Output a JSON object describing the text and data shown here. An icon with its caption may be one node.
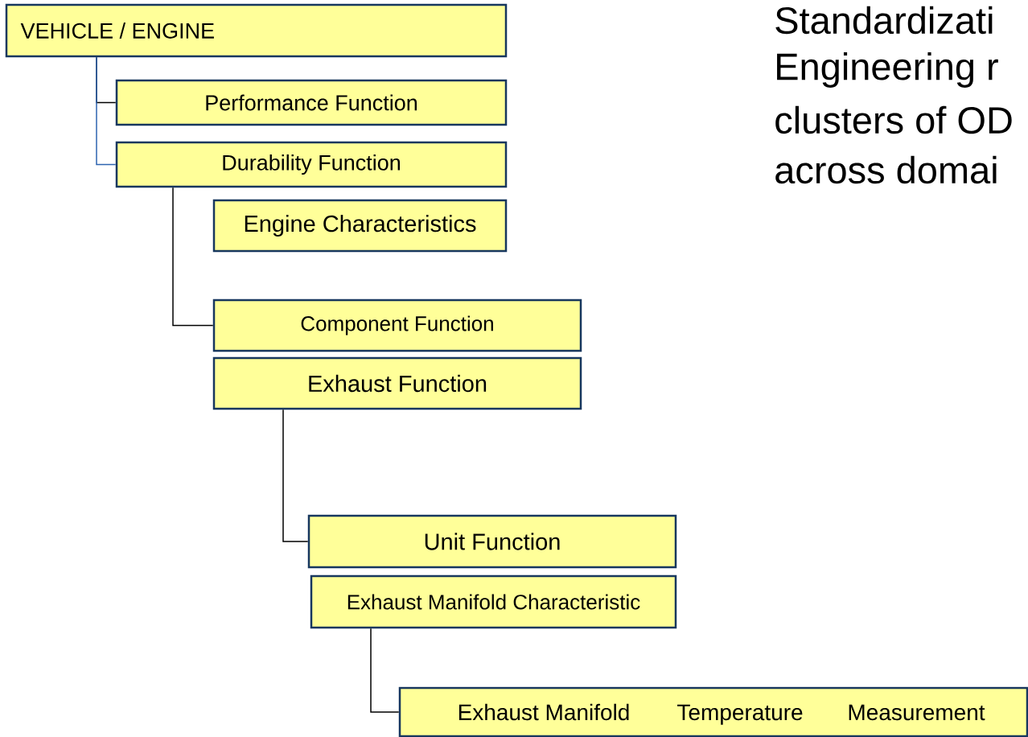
{
  "diagram": {
    "nodes": [
      {
        "text": [
          "VEHICLE / ENGINE"
        ]
      },
      {
        "text": [
          "Performance Function"
        ]
      },
      {
        "text": [
          "Durability Function"
        ]
      },
      {
        "text": [
          "Engine Characteristics"
        ]
      },
      {
        "text": [
          "Component Function"
        ]
      },
      {
        "text": [
          "Exhaust Function"
        ]
      },
      {
        "text": [
          "Unit Function"
        ]
      },
      {
        "text": [
          "Exhaust Manifold Characteristic"
        ]
      },
      {
        "text": [
          "Exhaust Manifold",
          "Temperature",
          "Measurement"
        ]
      }
    ],
    "edges": [
      {
        "from": 0,
        "to": 1,
        "arrow": "none"
      },
      {
        "from": 0,
        "to": 2,
        "arrow": "none",
        "color": "#2e64b0"
      },
      {
        "from": 2,
        "to": 4,
        "arrow": "none"
      },
      {
        "from": 5,
        "to": 6,
        "arrow": "none"
      },
      {
        "from": 7,
        "to": 8,
        "arrow": "none"
      }
    ],
    "labels": [
      "Standardizati",
      "Engineering r",
      "clusters of OD",
      "across domai"
    ]
  }
}
